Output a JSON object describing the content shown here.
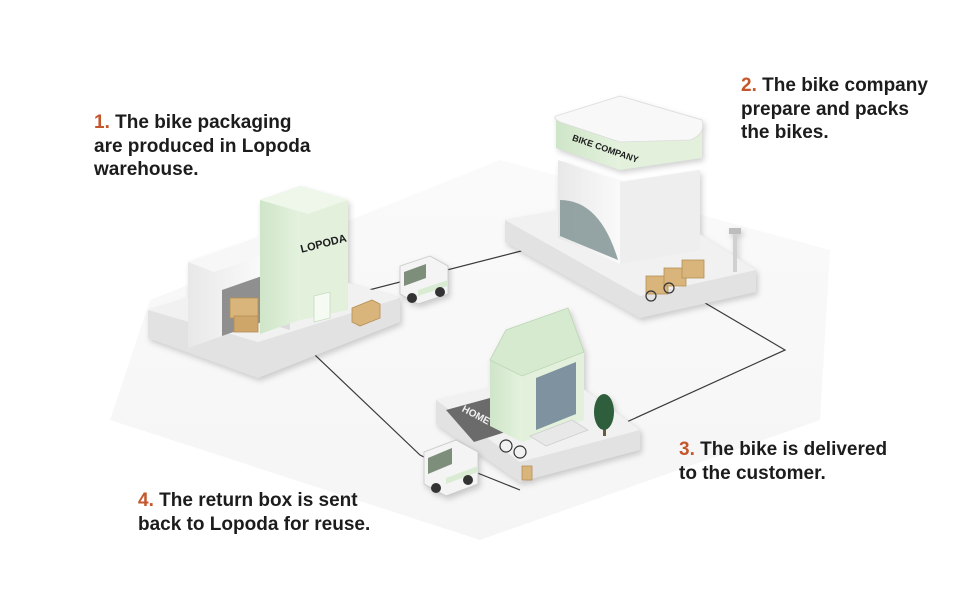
{
  "steps": [
    {
      "number": "1.",
      "lines": [
        "The bike packaging",
        "are produced in Lopoda",
        "warehouse."
      ]
    },
    {
      "number": "2.",
      "lines": [
        "The bike company",
        "prepare and packs",
        "the bikes."
      ]
    },
    {
      "number": "3.",
      "lines": [
        "The bike is delivered",
        "to the customer."
      ]
    },
    {
      "number": "4.",
      "lines": [
        "The return box is sent",
        "back to Lopoda for reuse."
      ]
    }
  ],
  "signs": {
    "warehouse": "LOPODA",
    "company": "BIKE COMPANY",
    "home": "HOME"
  },
  "colors": {
    "accent": "#c4562c",
    "mint": "#d9ecd3",
    "platform": "#ececec",
    "cardboard": "#d9b57c",
    "text": "#1c1c1c"
  }
}
